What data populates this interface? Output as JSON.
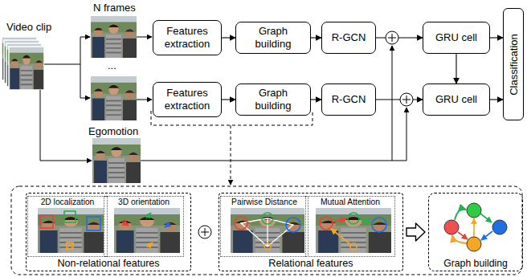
{
  "diagram": {
    "nodes": [
      {
        "text": [
          "Features extraction"
        ]
      },
      {
        "text": [
          "Graph building"
        ]
      },
      {
        "text": [
          "R-GCN"
        ]
      },
      {
        "text": [
          "GRU cell"
        ]
      },
      {
        "text": [
          "Features extraction"
        ]
      },
      {
        "text": [
          "Graph building"
        ]
      },
      {
        "text": [
          "R-GCN"
        ]
      },
      {
        "text": [
          "GRU cell"
        ]
      },
      {
        "text": [
          "Classification"
        ]
      },
      {
        "text": [
          "Non-relational features"
        ]
      },
      {
        "text": [
          "2D localization"
        ],
        "in": 9
      },
      {
        "text": [
          "3D orientation"
        ],
        "in": 9
      },
      {
        "text": [
          "Relational features"
        ]
      },
      {
        "text": [
          "Pairwise Distance"
        ],
        "in": 12
      },
      {
        "text": [
          "Mutual Attention"
        ],
        "in": 12
      },
      {
        "text": [
          "Graph building"
        ]
      }
    ],
    "edges": [
      {
        "from": 0,
        "to": 1,
        "arrow": "to"
      },
      {
        "from": 1,
        "to": 2,
        "arrow": "to"
      },
      {
        "from": 2,
        "to": 3,
        "arrow": "to"
      },
      {
        "from": 3,
        "to": 7,
        "arrow": "to"
      },
      {
        "from": 3,
        "to": 8,
        "arrow": "to"
      },
      {
        "from": 4,
        "to": 5,
        "arrow": "to"
      },
      {
        "from": 5,
        "to": 6,
        "arrow": "to"
      },
      {
        "from": 6,
        "to": 7,
        "arrow": "to"
      },
      {
        "from": 7,
        "to": 8,
        "arrow": "to"
      },
      {
        "from": 12,
        "to": 15,
        "arrow": "to"
      }
    ],
    "labels": [
      "Video clip",
      "N frames",
      "...",
      "Egomotion"
    ]
  }
}
